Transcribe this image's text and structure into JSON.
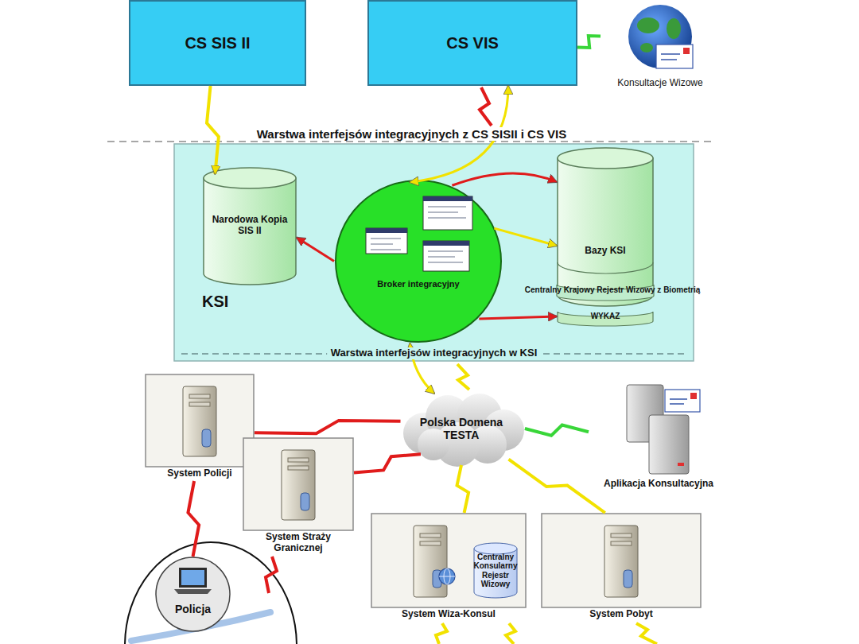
{
  "diagram": {
    "nodes": [
      {
        "text": [
          "CS SIS II"
        ]
      },
      {
        "text": [
          "CS VIS"
        ]
      },
      {
        "text": [
          "Konsultacje Wizowe"
        ]
      },
      {
        "text": [
          "KSI",
          "Warstwa interfejsów integracyjnych w KSI"
        ]
      },
      {
        "text": [
          "Narodowa Kopia SIS II"
        ],
        "in": 3
      },
      {
        "text": [
          "Broker integracyjny"
        ],
        "in": 3
      },
      {
        "text": [
          "Bazy KSI"
        ],
        "in": 3
      },
      {
        "text": [
          "Centralny Krajowy Rejestr Wizowy z Biometrią"
        ],
        "in": 6
      },
      {
        "text": [
          "WYKAZ"
        ],
        "in": 6
      },
      {
        "text": [
          "Polska Domena TESTA"
        ]
      },
      {
        "text": [
          "System Policji"
        ]
      },
      {
        "text": [
          "System Straży Granicznej"
        ]
      },
      {
        "text": [
          "Aplikacja Konsultacyjna"
        ]
      },
      {
        "text": [
          "System Wiza-Konsul"
        ]
      },
      {
        "text": [
          "Centralny Konsularny Rejestr Wizowy"
        ],
        "in": 13
      },
      {
        "text": [
          "System Pobyt"
        ]
      },
      {
        "text": [
          "Policja"
        ]
      }
    ],
    "edges": [
      {
        "from": 0,
        "to": 4,
        "arrow": "to"
      },
      {
        "from": 1,
        "to": 5,
        "arrow": "both"
      },
      {
        "from": 1,
        "to": 2,
        "arrow": "none"
      },
      {
        "from": 5,
        "to": 4,
        "arrow": "to"
      },
      {
        "from": 5,
        "to": 6,
        "arrow": "to"
      },
      {
        "from": 5,
        "to": 6,
        "arrow": "to"
      },
      {
        "from": 5,
        "to": 8,
        "arrow": "to"
      },
      {
        "from": 5,
        "to": 9,
        "arrow": "both"
      },
      {
        "from": 9,
        "to": 10,
        "arrow": "none"
      },
      {
        "from": 9,
        "to": 11,
        "arrow": "none"
      },
      {
        "from": 9,
        "to": 12,
        "arrow": "none"
      },
      {
        "from": 9,
        "to": 13,
        "arrow": "none"
      },
      {
        "from": 9,
        "to": 15,
        "arrow": "none"
      },
      {
        "from": 10,
        "to": 16,
        "arrow": "none"
      }
    ],
    "labels": [
      "Warstwa interfejsów integracyjnych z CS SISII i CS VIS"
    ]
  }
}
